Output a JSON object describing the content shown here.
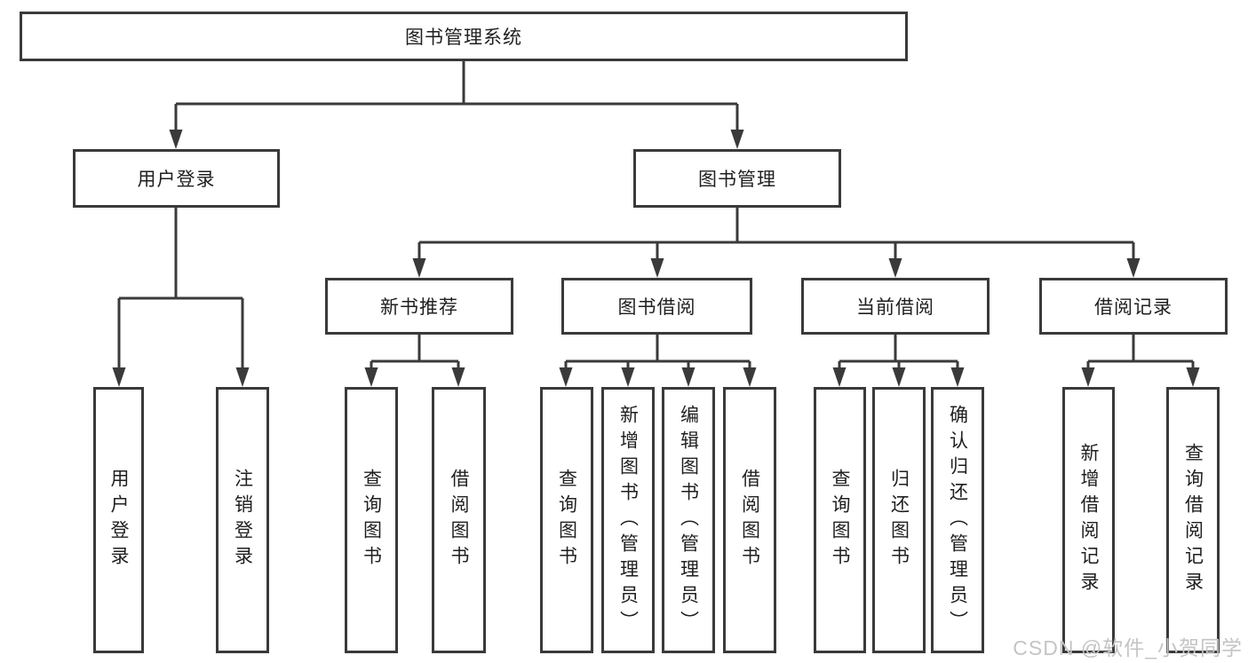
{
  "diagram": {
    "type": "hierarchy-tree",
    "root": {
      "label": "图书管理系统",
      "children": [
        {
          "label": "用户登录",
          "children": [
            {
              "label": "用户登录"
            },
            {
              "label": "注销登录"
            }
          ]
        },
        {
          "label": "图书管理",
          "children": [
            {
              "label": "新书推荐",
              "children": [
                {
                  "label": "查询图书"
                },
                {
                  "label": "借阅图书"
                }
              ]
            },
            {
              "label": "图书借阅",
              "children": [
                {
                  "label": "查询图书"
                },
                {
                  "label": "新增图书（管理员）"
                },
                {
                  "label": "编辑图书（管理员）"
                },
                {
                  "label": "借阅图书"
                }
              ]
            },
            {
              "label": "当前借阅",
              "children": [
                {
                  "label": "查询图书"
                },
                {
                  "label": "归还图书"
                },
                {
                  "label": "确认归还（管理员）"
                }
              ]
            },
            {
              "label": "借阅记录",
              "children": [
                {
                  "label": "新增借阅记录"
                },
                {
                  "label": "查询借阅记录"
                }
              ]
            }
          ]
        }
      ]
    }
  },
  "watermark": {
    "text": "CSDN @软件_小贺同学"
  },
  "colors": {
    "line": "#3a3a3a",
    "box_background": "#ffffff",
    "text": "#1f1f1f",
    "watermark": "#c4c4c4",
    "background": "#ffffff"
  }
}
